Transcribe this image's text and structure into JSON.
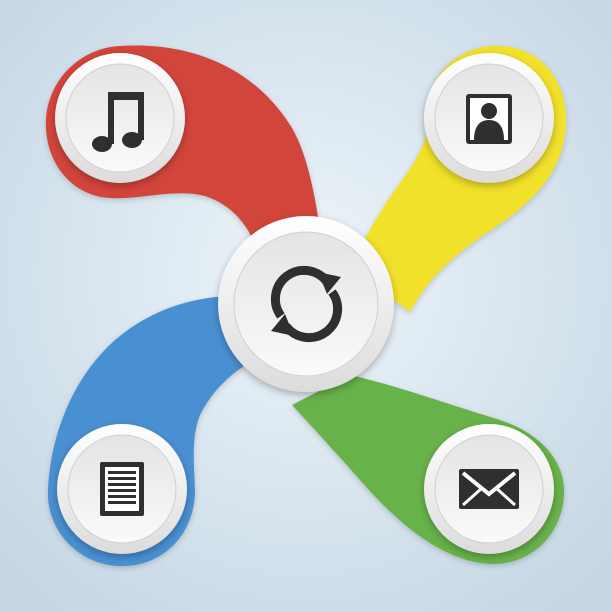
{
  "background": {
    "center_color": "#eef5fa",
    "edge_color": "#c4d6e4"
  },
  "hub": {
    "icon": "sync-icon",
    "icon_color": "#2f2f2f"
  },
  "petals": [
    {
      "id": "music",
      "icon": "music-note-icon",
      "color": "#d2453b"
    },
    {
      "id": "contact",
      "icon": "contact-icon",
      "color": "#f2e12c"
    },
    {
      "id": "document",
      "icon": "document-icon",
      "color": "#4a90d2"
    },
    {
      "id": "mail",
      "icon": "envelope-icon",
      "color": "#67b34a"
    }
  ]
}
